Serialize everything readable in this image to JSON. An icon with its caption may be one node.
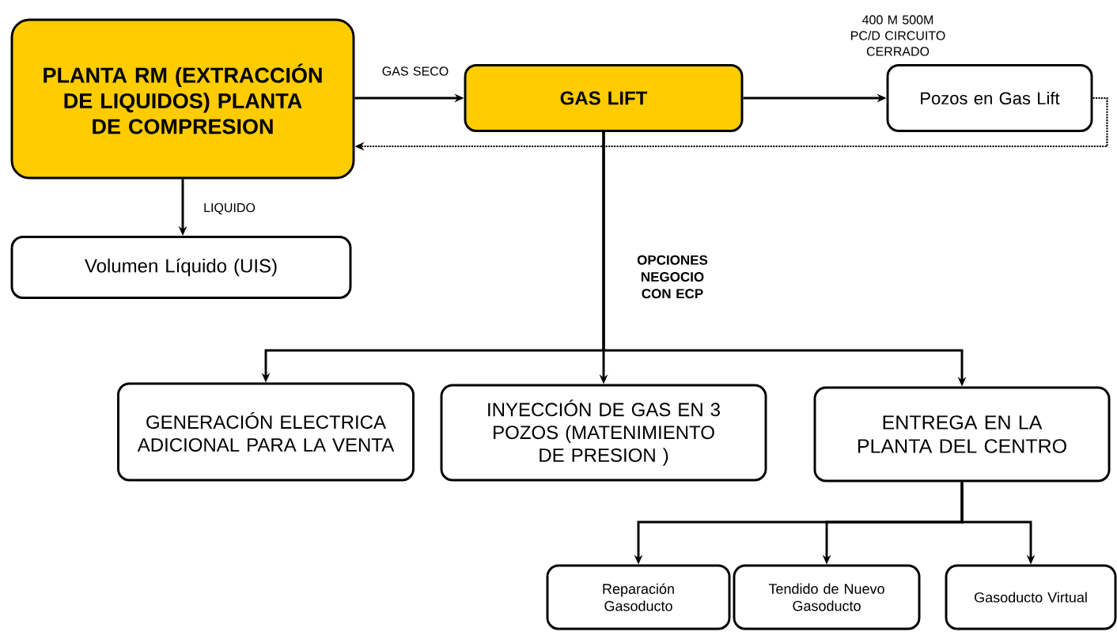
{
  "diagram": {
    "nodes": [
      {
        "text": [
          "PLANTA RM (EXTRACCIÓN DE LIQUIDOS) PLANTA DE COMPRESION"
        ]
      },
      {
        "text": [
          "GAS LIFT"
        ]
      },
      {
        "text": [
          "Pozos en Gas Lift"
        ]
      },
      {
        "text": [
          "Volumen Líquido (UIS)"
        ]
      },
      {
        "text": [
          "GENERACIÓN ELECTRICA ADICIONAL PARA LA VENTA"
        ]
      },
      {
        "text": [
          "INYECCIÓN DE GAS EN 3 POZOS (MATENIMIENTO DE PRESION )"
        ]
      },
      {
        "text": [
          "ENTREGA EN LA PLANTA DEL CENTRO"
        ]
      },
      {
        "text": [
          "Reparación Gasoducto"
        ]
      },
      {
        "text": [
          "Tendido de Nuevo Gasoducto"
        ]
      },
      {
        "text": [
          "Gasoducto Virtual"
        ]
      }
    ],
    "edges": [
      {
        "from": 0,
        "to": 1,
        "arrow": "to",
        "label": "GAS SECO"
      },
      {
        "from": 1,
        "to": 2,
        "arrow": "to",
        "label": "400 M 500M PC/D CIRCUITO CERRADO"
      },
      {
        "from": 2,
        "to": 0,
        "arrow": "to",
        "style": "dashed"
      },
      {
        "from": 0,
        "to": 3,
        "arrow": "to",
        "label": "LIQUIDO"
      },
      {
        "from": 1,
        "to": 4,
        "arrow": "to"
      },
      {
        "from": 1,
        "to": 5,
        "arrow": "to",
        "label": "OPCIONES NEGOCIO CON ECP"
      },
      {
        "from": 1,
        "to": 6,
        "arrow": "to"
      },
      {
        "from": 6,
        "to": 7,
        "arrow": "to"
      },
      {
        "from": 6,
        "to": 8,
        "arrow": "to"
      },
      {
        "from": 6,
        "to": 9,
        "arrow": "to"
      }
    ]
  }
}
